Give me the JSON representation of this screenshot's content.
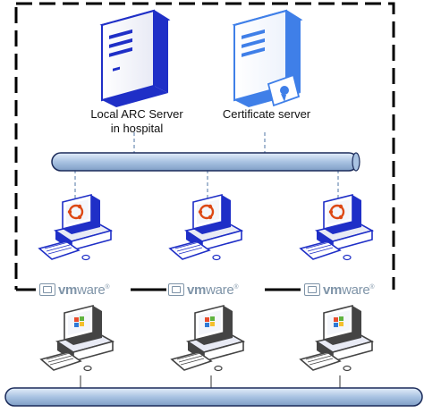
{
  "servers": {
    "local_arc": {
      "label_line1": "Local ARC Server",
      "label_line2": "in hospital",
      "color": "#1f2fc7"
    },
    "certificate": {
      "label": "Certificate server",
      "color": "#3f7fe8"
    }
  },
  "virtual_machines": [
    {
      "os": "ubuntu",
      "platform": "vmware"
    },
    {
      "os": "ubuntu",
      "platform": "vmware"
    },
    {
      "os": "ubuntu",
      "platform": "vmware"
    }
  ],
  "vmware_label": {
    "prefix": "vm",
    "suffix": "ware",
    "mark": "®"
  },
  "physical_hosts": [
    {
      "os": "windows"
    },
    {
      "os": "windows"
    },
    {
      "os": "windows"
    }
  ],
  "colors": {
    "bus_fill": "#bcd3ea",
    "bus_stroke": "#1b2b5a",
    "boundary": "#000000",
    "vm_accent": "#1f2fc7",
    "vmware": "#7f94a8"
  }
}
